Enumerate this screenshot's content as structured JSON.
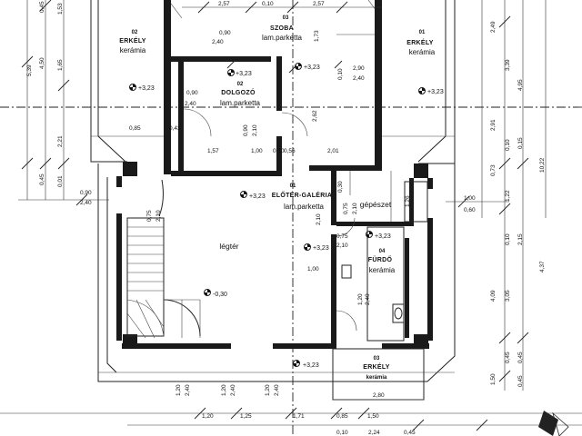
{
  "rooms": {
    "erkely_left": {
      "no": "02",
      "name": "ERKÉLY",
      "material": "kerámia"
    },
    "szoba": {
      "no": "03",
      "name": "SZOBA",
      "material": "lam.parketta"
    },
    "erkely_right": {
      "no": "01",
      "name": "ERKÉLY",
      "material": "kerámia"
    },
    "dolgozo": {
      "no": "02",
      "name": "DOLGOZÓ",
      "material": "lam.parketta"
    },
    "eloter": {
      "no": "01",
      "name": "ELŐTÉR-GALÉRIA",
      "material": "lam.parketta"
    },
    "gepeszet": {
      "name": "gépészet"
    },
    "furdo": {
      "no": "04",
      "name": "FÜRDŐ",
      "material": "kerámia"
    },
    "legter": {
      "name": "légtér"
    },
    "erkely_bottom": {
      "no": "03",
      "name": "ERKÉLY",
      "material": "kerámia"
    }
  },
  "levels": {
    "szoba": "+3,23",
    "dolgozo": "+3,23",
    "erkely_left": "+3,23",
    "erkely_right": "+3,23",
    "eloter": "+3,23",
    "furdo": "+3,23",
    "legter": "-0,30",
    "erkely_bottom": "+3,23",
    "stair": "+3,23"
  },
  "dims": {
    "top_257a": "2,57",
    "top_010": "0,10",
    "top_257b": "2,57",
    "top_045": "0,45",
    "top_153": "1,53",
    "szoba_090": "0,90",
    "szoba_240": "2,40",
    "szoba_173": "1,73",
    "dolg_090": "0,90",
    "dolg_240": "2,40",
    "er_290": "2,90",
    "er_240": "2,40",
    "er_010": "0,10",
    "left_539": "5,39",
    "left_450": "4,50",
    "left_165": "1,65",
    "left_221": "2,21",
    "left_045": "0,45",
    "left_001": "0,01",
    "l_085": "0,85",
    "l_043": "0,43",
    "m_157": "1,57",
    "m_100": "1,00",
    "m_010": "0,10",
    "m_056": "0,56",
    "m_201": "2,01",
    "m_262": "2,62",
    "m_090": "0,90",
    "m_210": "2,10",
    "r_249": "2,49",
    "r_339": "3,39",
    "r_495": "4,95",
    "r_291": "2,91",
    "r_100": "1,00",
    "r_010": "0,10",
    "r_015": "0,15",
    "r_1022": "10,22",
    "r_073": "0,73",
    "r_122": "1,22",
    "r_060": "0,60",
    "r_010b": "0,10",
    "r_215": "2,15",
    "r_437": "4,37",
    "r_409": "4,09",
    "r_305": "3,05",
    "r_045a": "0,45",
    "r_045b": "0,45",
    "r_150": "1,50",
    "r_045c": "0,45",
    "w_090": "0,90",
    "w_240": "2,40",
    "s_075": "0,75",
    "s_210": "2,10",
    "s_210b": "2,10",
    "s_100": "1,00",
    "g_075": "0,75",
    "g_210": "2,10",
    "g_030": "0,30",
    "g_126": "1,26",
    "f_075": "0,75",
    "f_210": "2,10",
    "f_120": "1,20",
    "f_240": "2,40",
    "b_120": "1,20",
    "b_240": "2,40",
    "b_120b": "1,20",
    "b_240b": "2,40",
    "b_120c": "1,20",
    "b_240c": "2,40",
    "b_280": "2,80",
    "bot_120": "1,20",
    "bot_125": "1,25",
    "bot_171": "1,71",
    "bot_085": "0,85",
    "bot_150": "1,50",
    "bot_010": "0,10",
    "bot_224": "2,24",
    "bot_045": "0,45"
  },
  "icons": {
    "level_marker": "crossed-circle",
    "north_arrow": "north-arrow"
  }
}
